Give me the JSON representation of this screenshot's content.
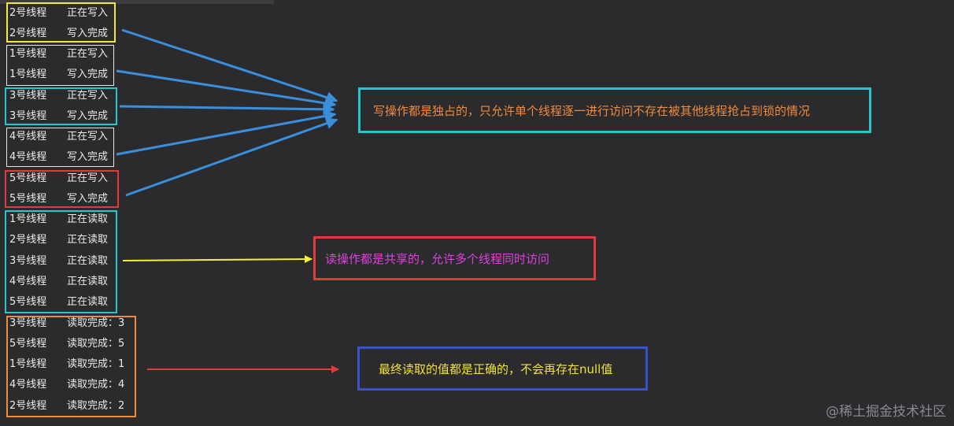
{
  "console_lines": [
    {
      "thread": "2号线程",
      "status": "正在写入"
    },
    {
      "thread": "2号线程",
      "status": "写入完成"
    },
    {
      "thread": "1号线程",
      "status": "正在写入"
    },
    {
      "thread": "1号线程",
      "status": "写入完成"
    },
    {
      "thread": "3号线程",
      "status": "正在写入"
    },
    {
      "thread": "3号线程",
      "status": "写入完成"
    },
    {
      "thread": "4号线程",
      "status": "正在写入"
    },
    {
      "thread": "4号线程",
      "status": "写入完成"
    },
    {
      "thread": "5号线程",
      "status": "正在写入"
    },
    {
      "thread": "5号线程",
      "status": "写入完成"
    },
    {
      "thread": "1号线程",
      "status": "正在读取"
    },
    {
      "thread": "2号线程",
      "status": "正在读取"
    },
    {
      "thread": "3号线程",
      "status": "正在读取"
    },
    {
      "thread": "4号线程",
      "status": "正在读取"
    },
    {
      "thread": "5号线程",
      "status": "正在读取"
    },
    {
      "thread": "3号线程",
      "status": "读取完成：3"
    },
    {
      "thread": "5号线程",
      "status": "读取完成：5"
    },
    {
      "thread": "1号线程",
      "status": "读取完成：1"
    },
    {
      "thread": "4号线程",
      "status": "读取完成：4"
    },
    {
      "thread": "2号线程",
      "status": "读取完成：2"
    }
  ],
  "annotations": {
    "write": {
      "text": "写操作都是独占的，只允许单个线程逐一进行访问不存在被其他线程抢占到锁的情况",
      "text_color": "#f08a3c",
      "border_color": "#26c6d0"
    },
    "read": {
      "text": "读操作都是共享的，允许多个线程同时访问",
      "text_color": "#e040e0",
      "border_color": "#e03a3a"
    },
    "result": {
      "text": "最终读取的值都是正确的，不会再存在null值",
      "text_color": "#f2e23a",
      "border_color": "#3a52c8"
    }
  },
  "group_colors": {
    "thread2_write": "#f5e93a",
    "thread1_write": "#e8e8e8",
    "thread3_write": "#26c6d0",
    "thread4_write": "#e8e8e8",
    "thread5_write": "#e03a3a",
    "read_group": "#26c6d0",
    "result_group": "#f08a3c"
  },
  "arrow_colors": {
    "write": "#3a8fdc",
    "read": "#f5f03a",
    "result": "#e03a3a"
  },
  "watermark": "@稀土掘金技术社区"
}
